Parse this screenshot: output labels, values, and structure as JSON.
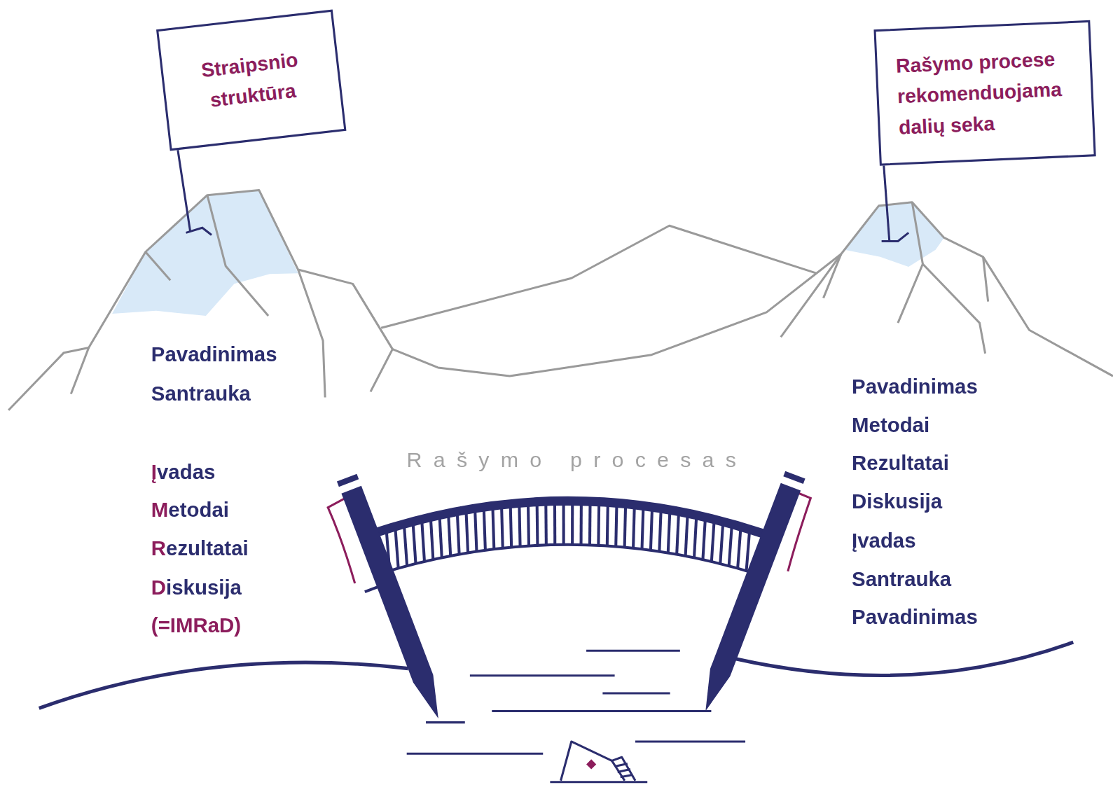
{
  "diagram": {
    "nodes": [
      {
        "text": [
          "Straipsnio struktūra"
        ]
      },
      {
        "text": [
          "Rašymo procese rekomenduojama dalių seka"
        ]
      }
    ],
    "labels": [
      "Pavadinimas",
      "Santrauka",
      "Įvadas",
      "Metodai",
      "Rezultatai",
      "Diskusija",
      "(=IMRaD)",
      "Rašymo procesas",
      "Pavadinimas",
      "Metodai",
      "Rezultatai",
      "Diskusija",
      "Įvadas",
      "Santrauka",
      "Pavadinimas"
    ]
  }
}
